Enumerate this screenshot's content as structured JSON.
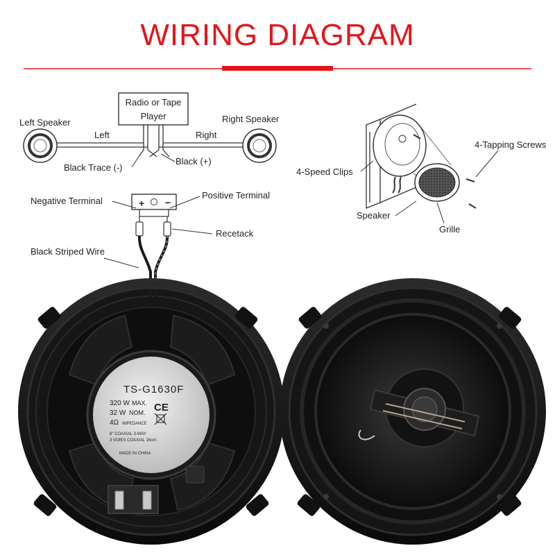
{
  "header": {
    "title": "WIRING DIAGRAM",
    "accent_color": "#e3151a"
  },
  "wiring": {
    "radio_label_line1": "Radio or Tape",
    "radio_label_line2": "Player",
    "left_speaker": "Left Speaker",
    "right_speaker": "Right Speaker",
    "left": "Left",
    "right": "Right",
    "black_trace": "Black  Trace (-)",
    "black_plus": "Black  (+)",
    "negative_terminal": "Negative  Terminal",
    "positive_terminal": "Positive  Terminal",
    "recetack": "Recetack",
    "black_striped_wire": "Black  Striped  Wire",
    "plus_sign": "+",
    "minus_sign": "−"
  },
  "install": {
    "tapping_screws": "4-Tapping Screws",
    "speed_clips": "4-Speed  Clips",
    "speaker": "Speaker",
    "grille": "Grille"
  },
  "product": {
    "model": "TS-G1630F",
    "power_max": "320 W",
    "max_label": "MAX.",
    "power_nom": "32 W",
    "nom_label": "NOM.",
    "impedance": "4Ω",
    "impedance_label": "IMPEDANCE",
    "ce_mark": "CE",
    "desc_line1": "6\" COAXIAL 3-WAY",
    "desc_line2": "3 VOIES COAXIAL 16cm",
    "made_in": "MADE IN CHINA"
  }
}
